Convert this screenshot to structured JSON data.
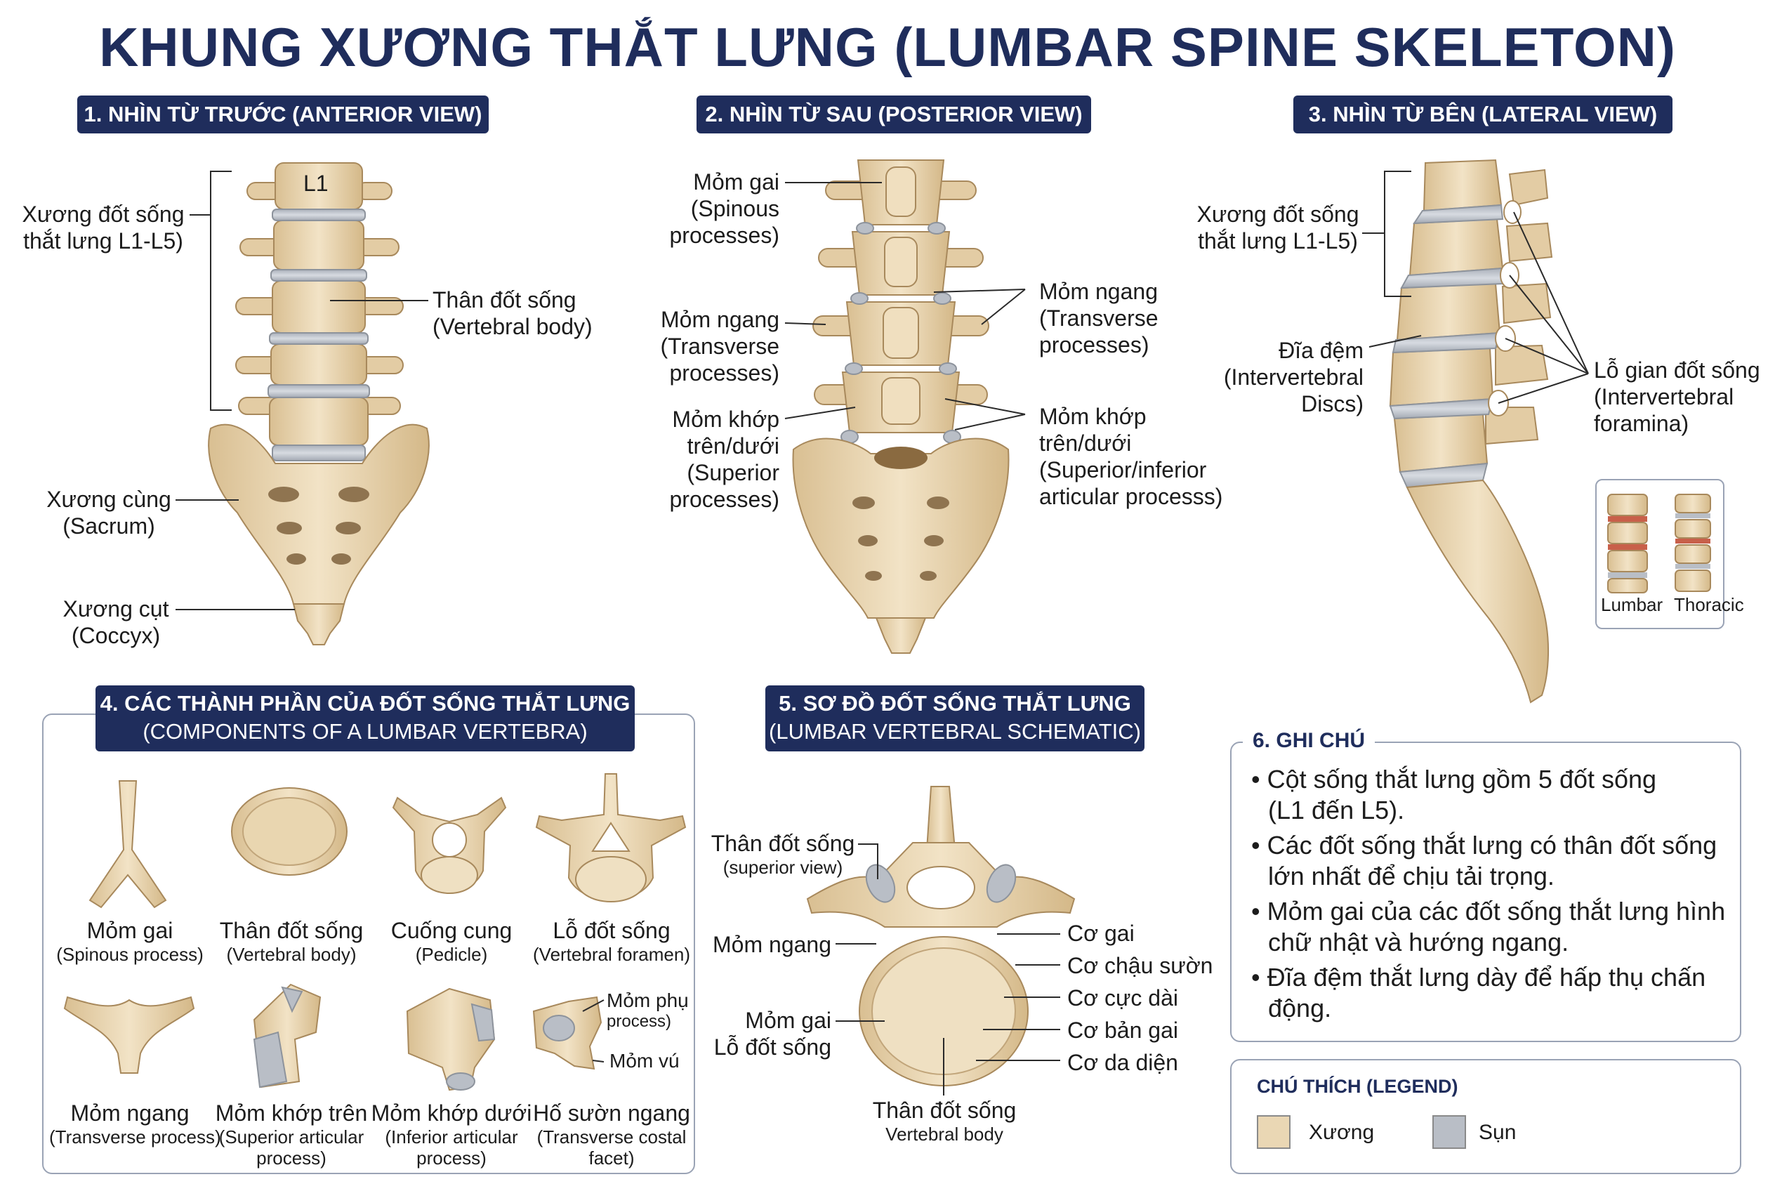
{
  "title": "KHUNG XƯƠNG THẮT LƯNG (LUMBAR SPINE SKELETON)",
  "colors": {
    "bone": "#ead7b4",
    "bone_dark": "#c9ad80",
    "cartilage": "#b9bec6",
    "navy": "#1f2d5c",
    "disc_red": "#c8604a"
  },
  "sections": {
    "anterior": {
      "header": "1. NHÌN TỪ TRƯỚC (ANTERIOR VIEW)",
      "vertebra_tag": "L1",
      "labels": {
        "lumbar": [
          "Xương đốt sống",
          "thắt lưng L1-L5)"
        ],
        "body": [
          "Thân đốt sống",
          "(Vertebral body)"
        ],
        "sacrum": [
          "Xương cùng",
          "(Sacrum)"
        ],
        "coccyx": [
          "Xương cụt",
          "(Coccyx)"
        ]
      }
    },
    "posterior": {
      "header": "2. NHÌN TỪ SAU (POSTERIOR VIEW)",
      "labels": {
        "spinous": [
          "Mỏm gai",
          "(Spinous",
          "processes)"
        ],
        "transverse_left": [
          "Mỏm ngang",
          "(Transverse",
          "processes)"
        ],
        "articular_left": [
          "Mỏm khớp",
          "trên/dưới",
          "(Superior",
          "processes)"
        ],
        "transverse_right": [
          "Mỏm ngang",
          "(Transverse",
          "processes)"
        ],
        "articular_right": [
          "Mỏm khớp",
          "trên/dưới",
          "(Superior/inferior",
          "articular processs)"
        ]
      }
    },
    "lateral": {
      "header": "3. NHÌN TỪ BÊN (LATERAL VIEW)",
      "labels": {
        "lumbar": [
          "Xương đốt sống",
          "thắt lưng L1-L5)"
        ],
        "disc": [
          "Đĩa đệm",
          "(Intervertebral",
          "Discs)"
        ],
        "foramina": [
          "Lỗ gian đốt sống",
          "(Intervertebral",
          "foramina)"
        ]
      },
      "inset": {
        "left": "Lumbar",
        "right": "Thoracic"
      }
    },
    "components": {
      "header": [
        "4. CÁC THÀNH PHẦN CỦA ĐỐT SỐNG THẮT LƯNG",
        "(COMPONENTS OF A LUMBAR VERTEBRA)"
      ],
      "items": [
        {
          "name": "Mỏm gai",
          "sub": [
            "(Spinous process)"
          ],
          "icon": "spinous-process-icon"
        },
        {
          "name": "Thân đốt sống",
          "sub": [
            "(Vertebral body)"
          ],
          "icon": "vertebral-body-icon"
        },
        {
          "name": "Cuống cung",
          "sub": [
            "(Pedicle)"
          ],
          "icon": "pedicle-icon"
        },
        {
          "name": "Lỗ đốt sống",
          "sub": [
            "(Vertebral foramen)"
          ],
          "icon": "vertebral-foramen-icon"
        },
        {
          "name": "Mỏm ngang",
          "sub": [
            "(Transverse process)"
          ],
          "icon": "transverse-process-icon"
        },
        {
          "name": "Mỏm khớp trên",
          "sub": [
            "(Superior articular",
            "process)"
          ],
          "icon": "superior-articular-icon"
        },
        {
          "name": "Mỏm khớp dưới",
          "sub": [
            "(Inferior articular",
            "process)"
          ],
          "icon": "inferior-articular-icon"
        },
        {
          "name": "Hố sườn ngang",
          "sub": [
            "(Transverse costal",
            "facet)"
          ],
          "icon": "costal-facet-icon"
        }
      ],
      "extra_labels": [
        "Mỏm phụ",
        "process)",
        "Mỏm vú"
      ]
    },
    "schematic": {
      "header": [
        "5. SƠ ĐỒ ĐỐT SỐNG THẮT LƯNG",
        "(LUMBAR VERTEBRAL SCHEMATIC)"
      ],
      "left_labels": [
        [
          "Thân đốt sống",
          "(superior view)"
        ],
        [
          "Mỏm ngang"
        ],
        [
          "Mỏm gai",
          "Lỗ đốt sống"
        ]
      ],
      "right_labels": [
        "Cơ gai",
        "Cơ chậu sườn",
        "Cơ cực dài",
        "Cơ bản gai",
        "Cơ da diện"
      ],
      "bottom_label": [
        "Thân đốt sống",
        "Vertebral body"
      ]
    },
    "notes": {
      "header": "6. GHI CHÚ",
      "lines": [
        "• Cột sống thắt lưng gồm 5 đốt sống",
        "(L1 đến L5).",
        "• Các đốt sống thắt lưng có thân đốt sống",
        "lớn nhất để chịu tải trọng.",
        "• Mỏm gai của các đốt sống thắt lưng hình",
        "chữ nhật và hướng ngang.",
        "• Đĩa đệm thắt lưng dày để hấp thụ chấn",
        "động."
      ]
    },
    "legend": {
      "header": "CHÚ THÍCH (LEGEND)",
      "items": [
        {
          "label": "Xương",
          "color": "#ead7b4"
        },
        {
          "label": "Sụn",
          "color": "#b9bec6"
        }
      ]
    }
  }
}
